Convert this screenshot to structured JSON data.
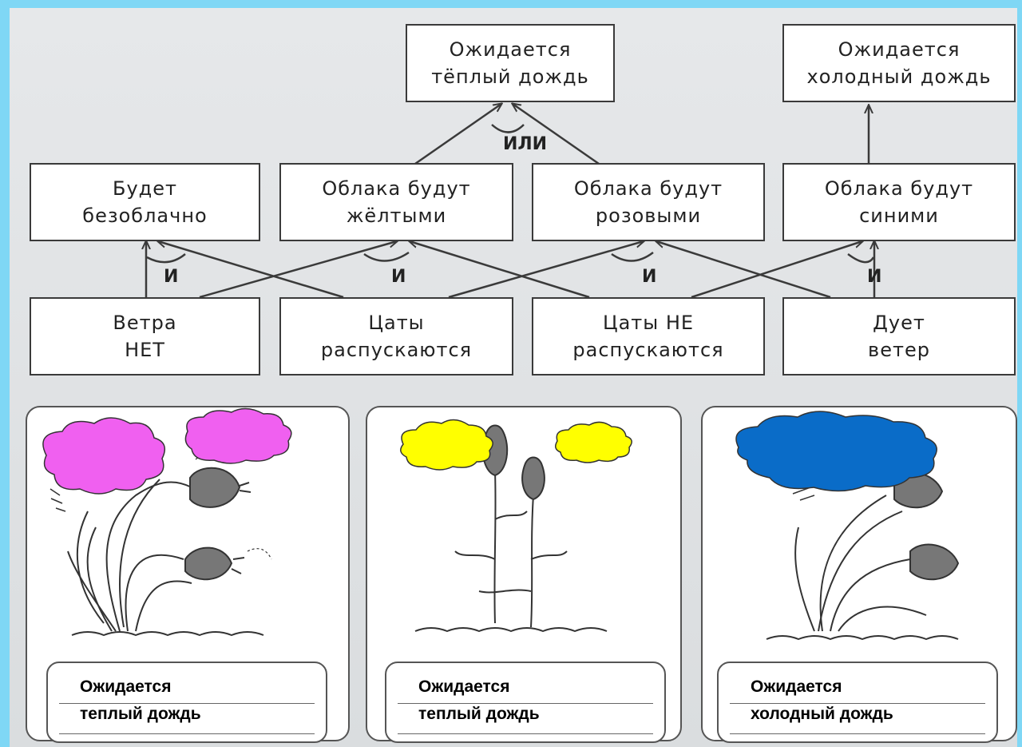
{
  "nodes": {
    "warm_rain": "Ожидается\nтёплый дождь",
    "cold_rain": "Ожидается\nхолодный дождь",
    "cloudless": "Будет\nбезоблачно",
    "yellow_clouds": "Облака будут\nжёлтыми",
    "pink_clouds": "Облака будут\nрозовыми",
    "blue_clouds": "Облака будут\nсиними",
    "no_wind": "Ветра\nНЕТ",
    "flowers_open": "Цаты\nраспускаются",
    "flowers_not_open": "Цаты НЕ\nраспускаются",
    "wind_blows": "Дует\nветер"
  },
  "connectors": {
    "or": "ИЛИ",
    "and_1": "И",
    "and_2": "И",
    "and_3": "И",
    "and_4": "И"
  },
  "answers": {
    "card1": {
      "line1": "Ожидается",
      "line2": "теплый дождь"
    },
    "card2": {
      "line1": "Ожидается",
      "line2": "теплый дождь"
    },
    "card3": {
      "line1": "Ожидается",
      "line2": "холодный дождь"
    }
  },
  "colors": {
    "pink_cloud": "#f060f0",
    "yellow_cloud": "#ffff00",
    "blue_cloud": "#0a6cc8",
    "frame": "#7fd7f5"
  },
  "icons": [
    "flower-icon",
    "cloud-icon",
    "wind-icon",
    "grass-icon"
  ]
}
